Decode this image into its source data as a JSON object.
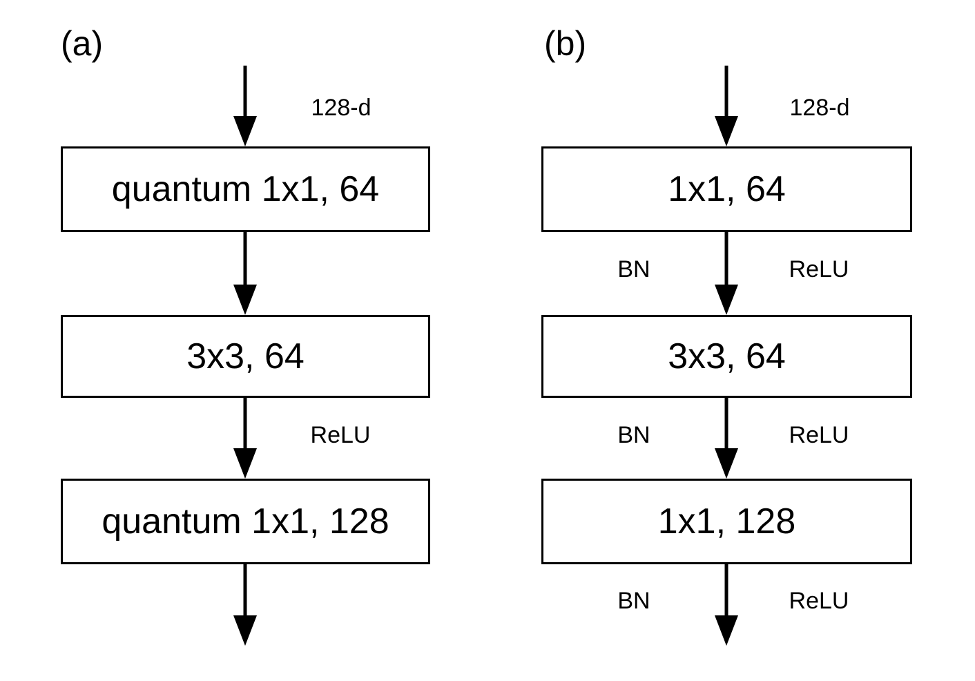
{
  "figure": {
    "panels": [
      {
        "id": "a",
        "label": "(a)",
        "input_label": "128-d",
        "boxes": [
          {
            "text": "quantum 1x1, 64"
          },
          {
            "text": "3x3, 64"
          },
          {
            "text": "quantum 1x1, 128"
          }
        ],
        "arrow_labels": [
          {
            "position": "after-box-2",
            "side": "right",
            "text": "ReLU"
          }
        ]
      },
      {
        "id": "b",
        "label": "(b)",
        "input_label": "128-d",
        "boxes": [
          {
            "text": "1x1, 64"
          },
          {
            "text": "3x3, 64"
          },
          {
            "text": "1x1, 128"
          }
        ],
        "arrow_labels": [
          {
            "position": "after-box-1",
            "side": "left",
            "text": "BN"
          },
          {
            "position": "after-box-1",
            "side": "right",
            "text": "ReLU"
          },
          {
            "position": "after-box-2",
            "side": "left",
            "text": "BN"
          },
          {
            "position": "after-box-2",
            "side": "right",
            "text": "ReLU"
          },
          {
            "position": "after-box-3",
            "side": "left",
            "text": "BN"
          },
          {
            "position": "after-box-3",
            "side": "right",
            "text": "ReLU"
          }
        ]
      }
    ],
    "icons": {
      "flow_arrow": "arrow-down"
    },
    "colors": {
      "background": "#ffffff",
      "line": "#000000",
      "box_border": "#000000",
      "box_fill": "#ffffff",
      "text": "#000000"
    }
  }
}
